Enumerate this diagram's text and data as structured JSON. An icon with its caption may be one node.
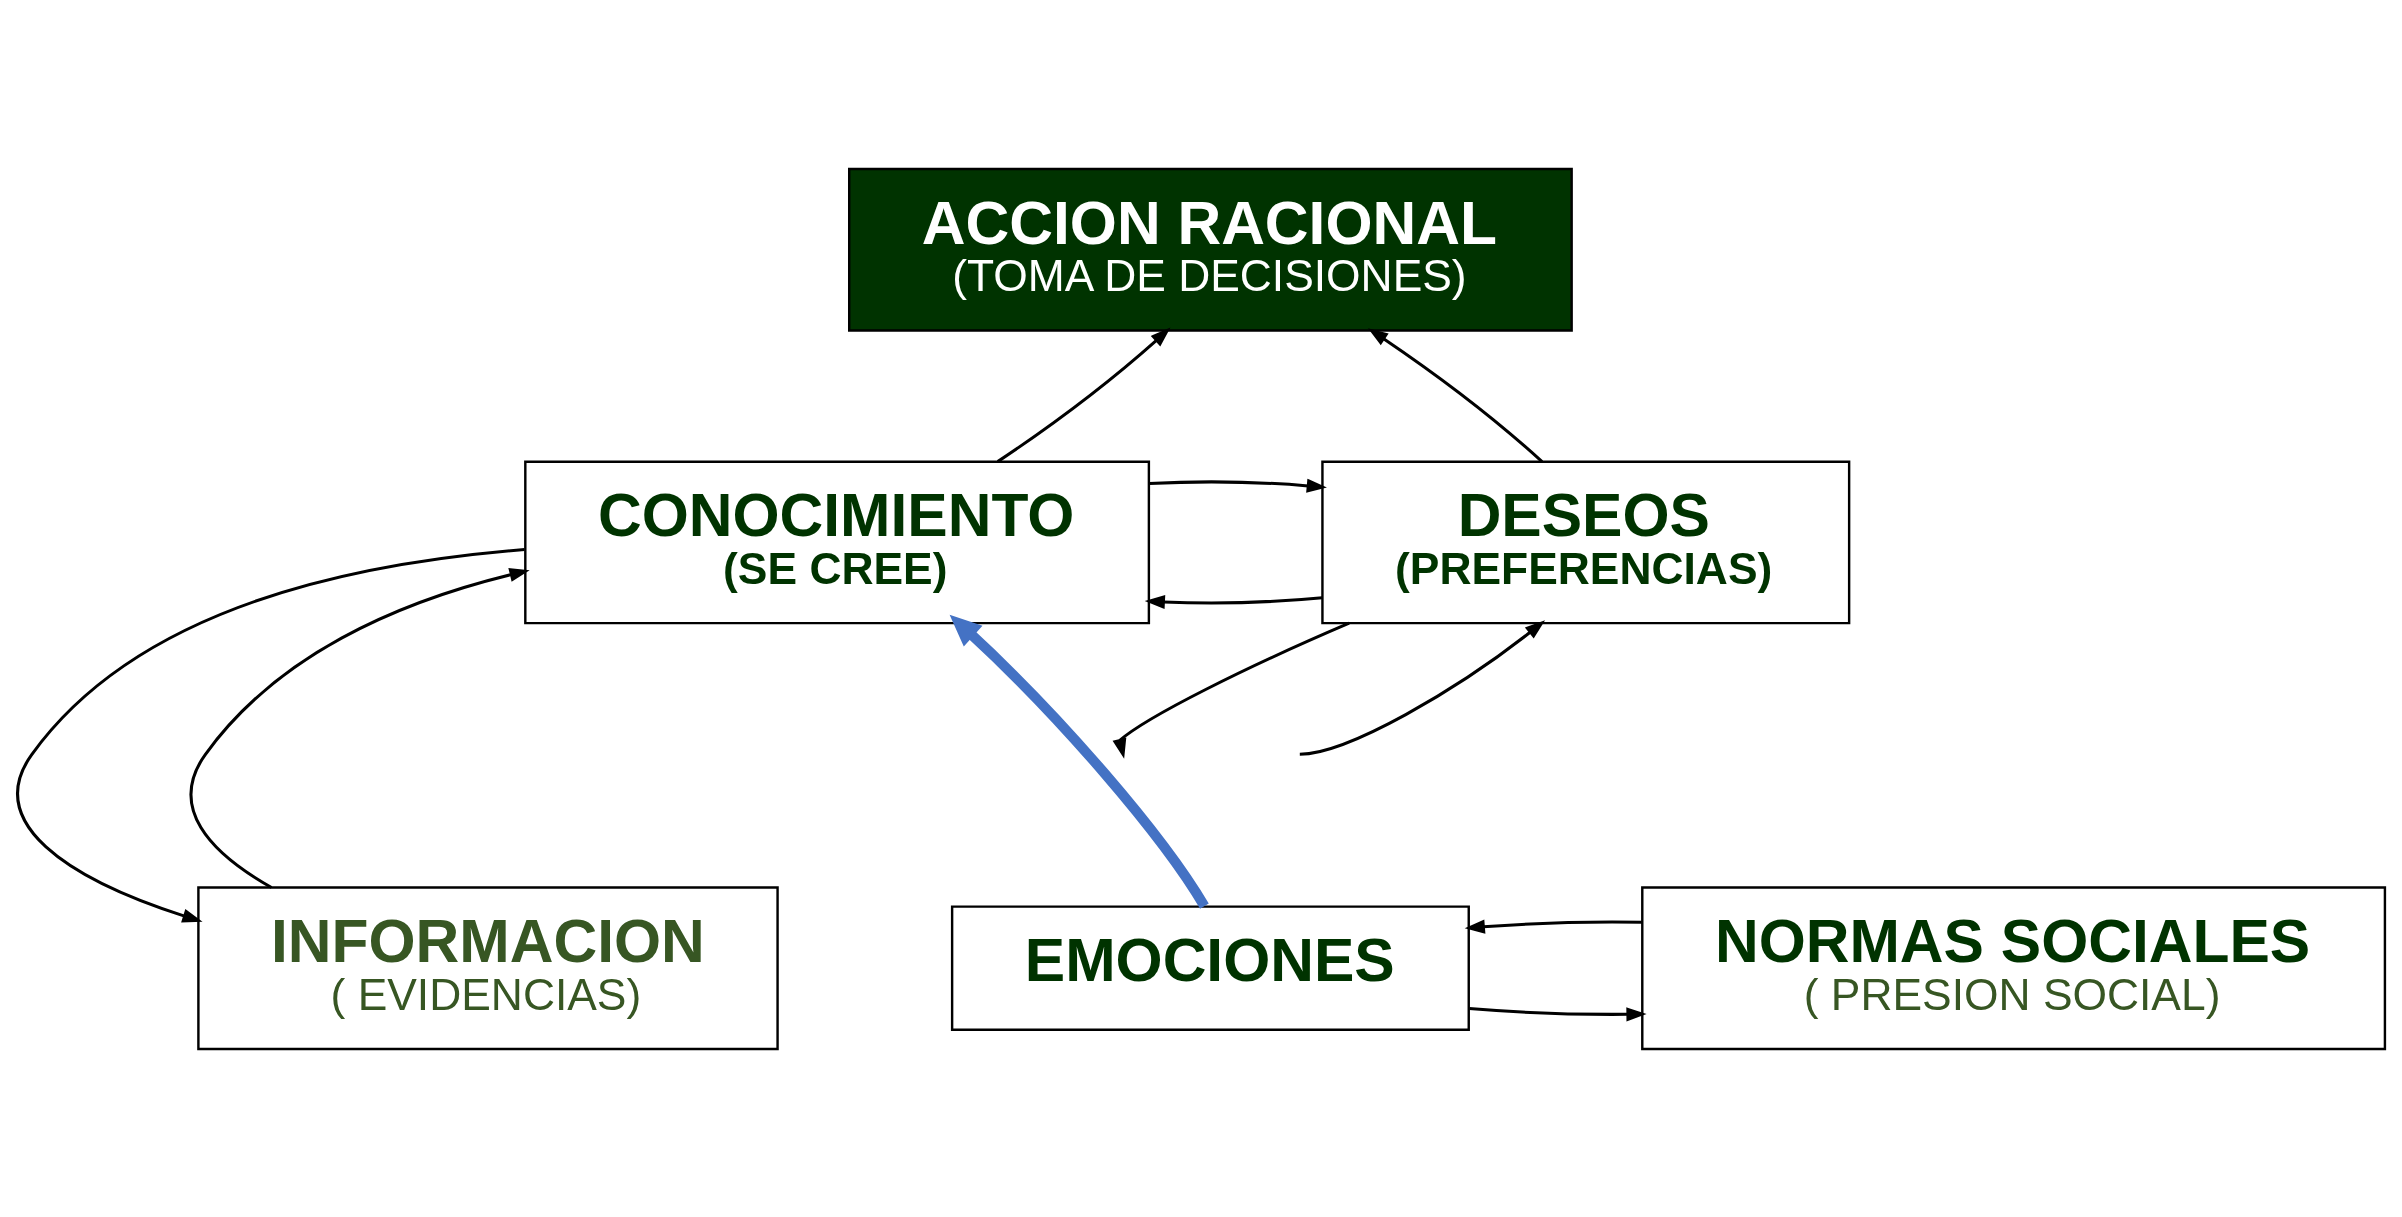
{
  "diagram": {
    "nodes": [
      {
        "text": [
          "ACCION RACIONAL",
          "(TOMA DE DECISIONES)"
        ]
      },
      {
        "text": [
          "DESEOS",
          "(PREFERENCIAS)"
        ]
      },
      {
        "text": [
          "CONOCIMIENTO",
          "(SE CREE)"
        ]
      },
      {
        "text": [
          "INFORMACION",
          "( EVIDENCIAS)"
        ]
      },
      {
        "text": [
          "EMOCIONES"
        ]
      },
      {
        "text": [
          "NORMAS SOCIALES",
          "( PRESION SOCIAL)"
        ]
      }
    ],
    "edges": [
      {
        "from": 1,
        "to": 0,
        "arrow": "to"
      },
      {
        "from": 2,
        "to": 0,
        "arrow": "to"
      },
      {
        "from": 1,
        "to": 2,
        "arrow": "to"
      },
      {
        "from": 2,
        "to": 1,
        "arrow": "to"
      },
      {
        "from": null,
        "to": 1,
        "arrow": "to"
      },
      {
        "from": 1,
        "to": null,
        "arrow": "to"
      },
      {
        "from": 3,
        "to": 2,
        "arrow": "to"
      },
      {
        "from": 2,
        "to": 3,
        "arrow": "to"
      },
      {
        "from": 4,
        "to": 2,
        "arrow": "to",
        "style": "thick",
        "color": "#4472c4"
      },
      {
        "from": 4,
        "to": 5,
        "arrow": "to"
      },
      {
        "from": 5,
        "to": 4,
        "arrow": "to"
      }
    ]
  }
}
